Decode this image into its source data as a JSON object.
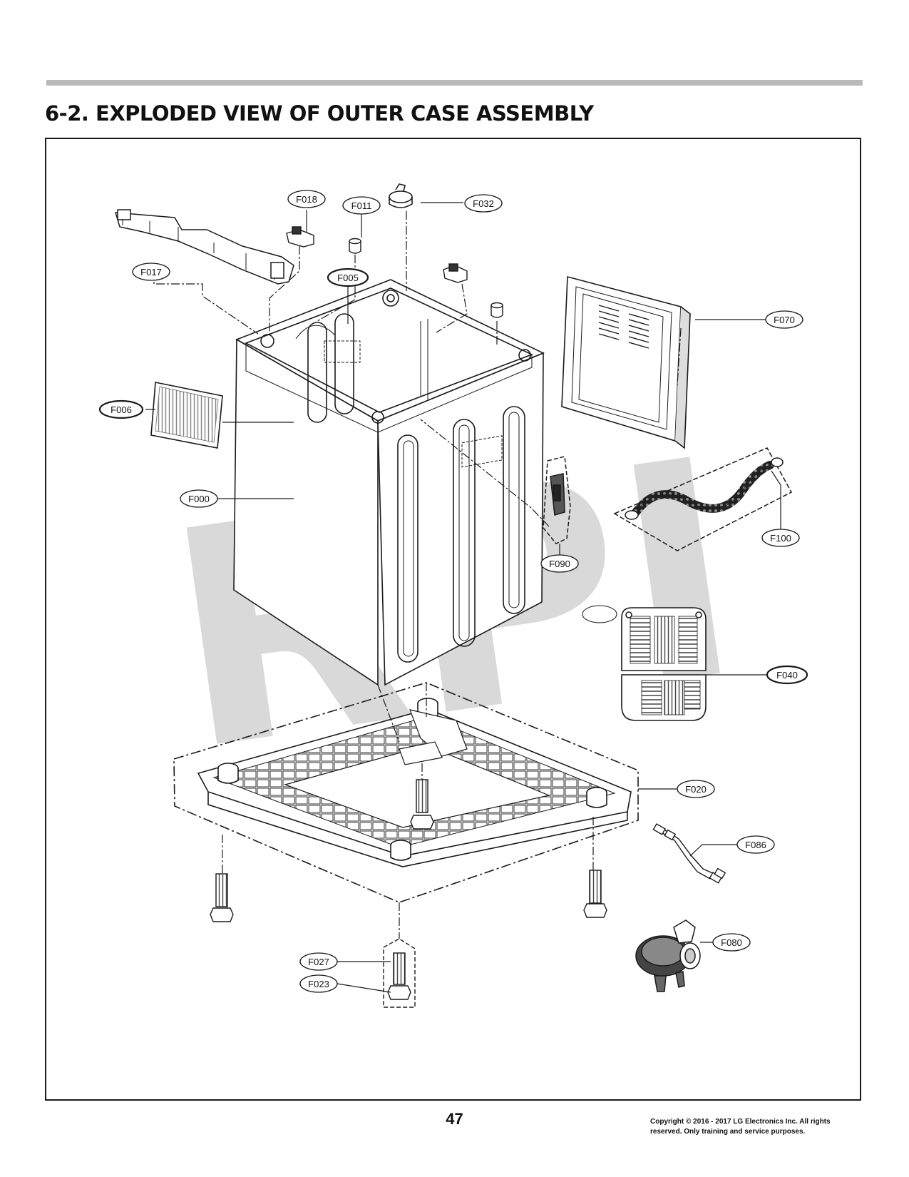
{
  "header": {
    "title": "6-2. EXPLODED VIEW OF OUTER CASE ASSEMBLY"
  },
  "watermark": {
    "text": "RPI"
  },
  "callouts": [
    {
      "id": "F018",
      "label": "F018"
    },
    {
      "id": "F011",
      "label": "F011"
    },
    {
      "id": "F032",
      "label": "F032"
    },
    {
      "id": "F017",
      "label": "F017"
    },
    {
      "id": "F005",
      "label": "F005"
    },
    {
      "id": "F070",
      "label": "F070"
    },
    {
      "id": "F006",
      "label": "F006"
    },
    {
      "id": "F000",
      "label": "F000"
    },
    {
      "id": "F100",
      "label": "F100"
    },
    {
      "id": "F090",
      "label": "F090"
    },
    {
      "id": "F040",
      "label": "F040"
    },
    {
      "id": "F020",
      "label": "F020"
    },
    {
      "id": "F086",
      "label": "F086"
    },
    {
      "id": "F080",
      "label": "F080"
    },
    {
      "id": "F027",
      "label": "F027"
    },
    {
      "id": "F023",
      "label": "F023"
    }
  ],
  "footer": {
    "page_number": "47",
    "copyright_line1": "Copyright © 2016 - 2017 LG Electronics Inc. All rights",
    "copyright_line2": "reserved. Only training and service purposes."
  }
}
